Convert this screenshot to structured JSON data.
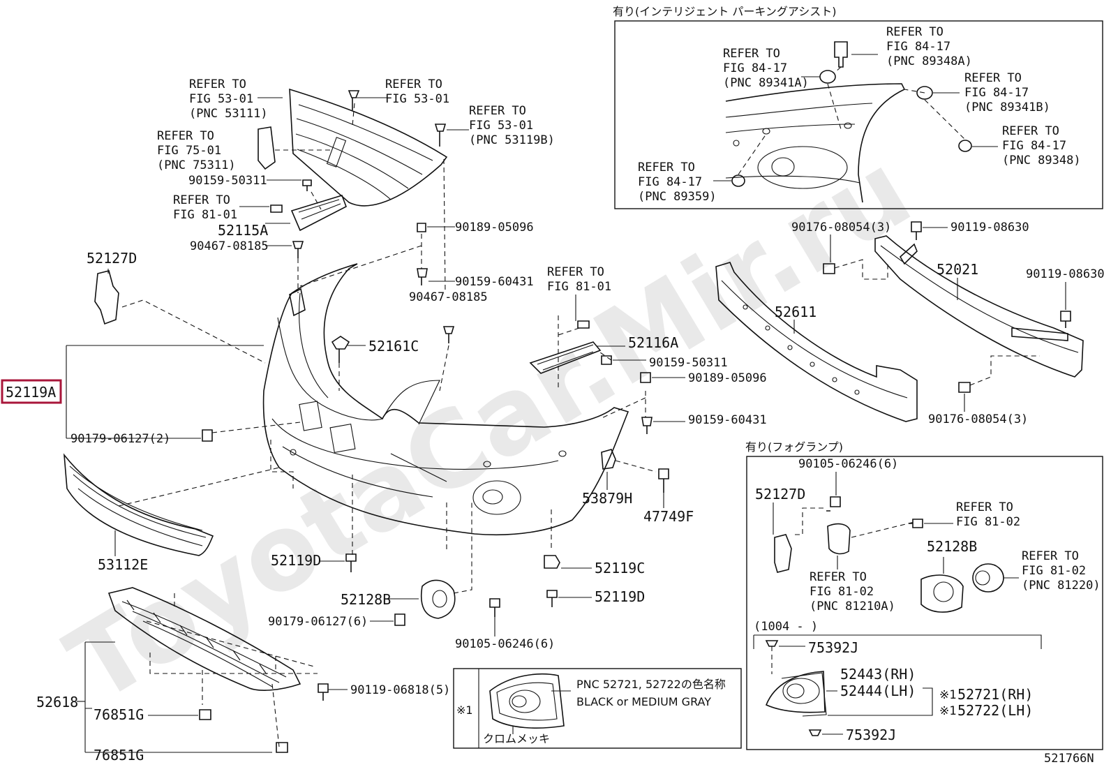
{
  "watermark": "ToyotaCar.Mir.ru",
  "figure_code": "521766N",
  "sections": {
    "parking_assist": "有り(インテリジェント パーキングアシスト)",
    "fog_lamp": "有り(フォグランプ)",
    "date_range": "(1004 -      )",
    "color_note_marker": "※1",
    "color_note_line1": "PNC 52721, 52722の色名称",
    "color_note_line2": "BLACK or MEDIUM GRAY",
    "chrome_label": "クロムメッキ"
  },
  "refs": {
    "r_grille": [
      "REFER TO",
      "FIG 53-01",
      "(PNC 53111)"
    ],
    "r_clip": [
      "REFER TO",
      "FIG 53-01"
    ],
    "r_screw": [
      "REFER TO",
      "FIG 53-01",
      "(PNC 53119B)"
    ],
    "r_emblem": [
      "REFER TO",
      "FIG 75-01",
      "(PNC 75311)"
    ],
    "r_bolt": [
      "REFER TO",
      "FIG 81-01"
    ],
    "r_bolt2": [
      "REFER TO",
      "FIG 81-01"
    ],
    "r_89348A": [
      "REFER TO",
      "FIG 84-17",
      "(PNC 89348A)"
    ],
    "r_89341A": [
      "REFER TO",
      "FIG 84-17",
      "(PNC 89341A)"
    ],
    "r_89341B": [
      "REFER TO",
      "FIG 84-17",
      "(PNC 89341B)"
    ],
    "r_89348": [
      "REFER TO",
      "FIG 84-17",
      "(PNC 89348)"
    ],
    "r_89359": [
      "REFER TO",
      "FIG 84-17",
      "(PNC 89359)"
    ],
    "r_81_02a": [
      "REFER TO",
      "FIG 81-02"
    ],
    "r_81210A": [
      "REFER TO",
      "FIG 81-02",
      "(PNC 81210A)"
    ],
    "r_81220": [
      "REFER TO",
      "FIG 81-02",
      "(PNC 81220)"
    ]
  },
  "labels": {
    "p52119A": "52119A",
    "p90159_50311a": "90159-50311",
    "p52115A": "52115A",
    "p90189_05096a": "90189-05096",
    "p90467_08185a": "90467-08185",
    "p90159_60431a": "90159-60431",
    "p90467_08185b": "90467-08185",
    "p52127D": "52127D",
    "p52161C": "52161C",
    "p52116A": "52116A",
    "p90159_50311b": "90159-50311",
    "p90189_05096b": "90189-05096",
    "p90159_60431b": "90159-60431",
    "p90179_06127_2": "90179-06127(2)",
    "p53879H": "53879H",
    "p47749F": "47749F",
    "p53112E": "53112E",
    "p52119D_a": "52119D",
    "p52119C": "52119C",
    "p52119D_b": "52119D",
    "p52128B_a": "52128B",
    "p90179_06127_6": "90179-06127(6)",
    "p90105_06246_6a": "90105-06246(6)",
    "p90119_06818_5": "90119-06818(5)",
    "p52618": "52618",
    "p76851G_a": "76851G",
    "p76851G_b": "76851G",
    "p90176_08054_3a": "90176-08054(3)",
    "p90119_08630a": "90119-08630",
    "p52021": "52021",
    "p90119_08630b": "90119-08630",
    "p52611": "52611",
    "p90176_08054_3b": "90176-08054(3)",
    "p90105_06246_6b": "90105-06246(6)",
    "p52127D_b": "52127D",
    "p52128B_b": "52128B",
    "p75392J_a": "75392J",
    "p52443": "52443(RH)",
    "p52444": "52444(LH)",
    "p52721": "52721(RH)",
    "p52722": "52722(LH)",
    "p75392J_b": "75392J",
    "note1": "※1",
    "note2": "※1"
  }
}
